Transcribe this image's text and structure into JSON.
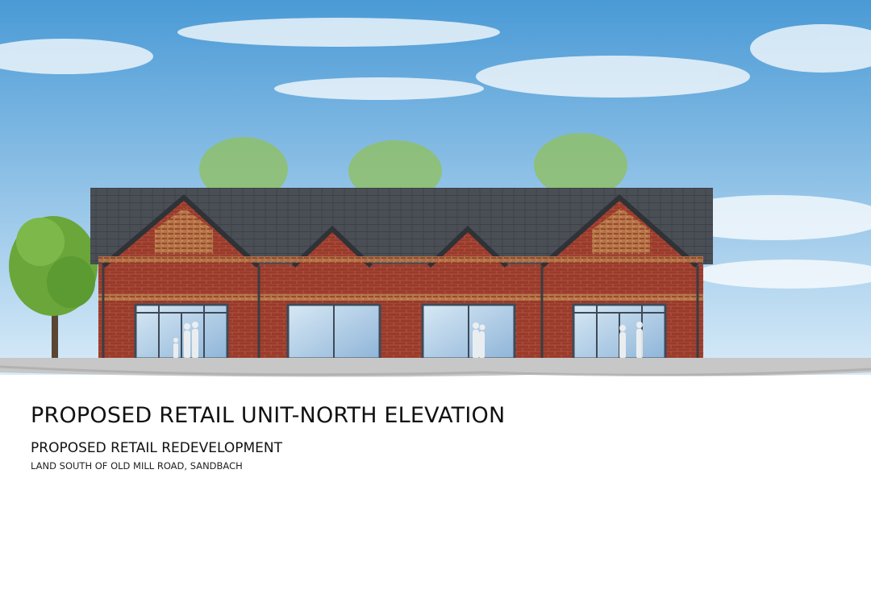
{
  "drawing": {
    "title": "PROPOSED RETAIL UNIT-NORTH ELEVATION",
    "subtitle": "PROPOSED RETAIL REDEVELOPMENT",
    "address": "LAND  SOUTH OF OLD MILL ROAD, SANDBACH"
  },
  "colors": {
    "sky_top": "#4a9ad6",
    "sky_bottom": "#d8ebf8",
    "roof": "#4a4e55",
    "brick": "#9a3a2a",
    "brick_band": "#b5764a",
    "fascia": "#2f3237",
    "glazing": "#a9c9e6",
    "window_frame": "#3e4a58",
    "tree": "#6aa63a",
    "ground": "#c7c7c7"
  },
  "icons": [
    "tree-illustration",
    "person-silhouette"
  ]
}
